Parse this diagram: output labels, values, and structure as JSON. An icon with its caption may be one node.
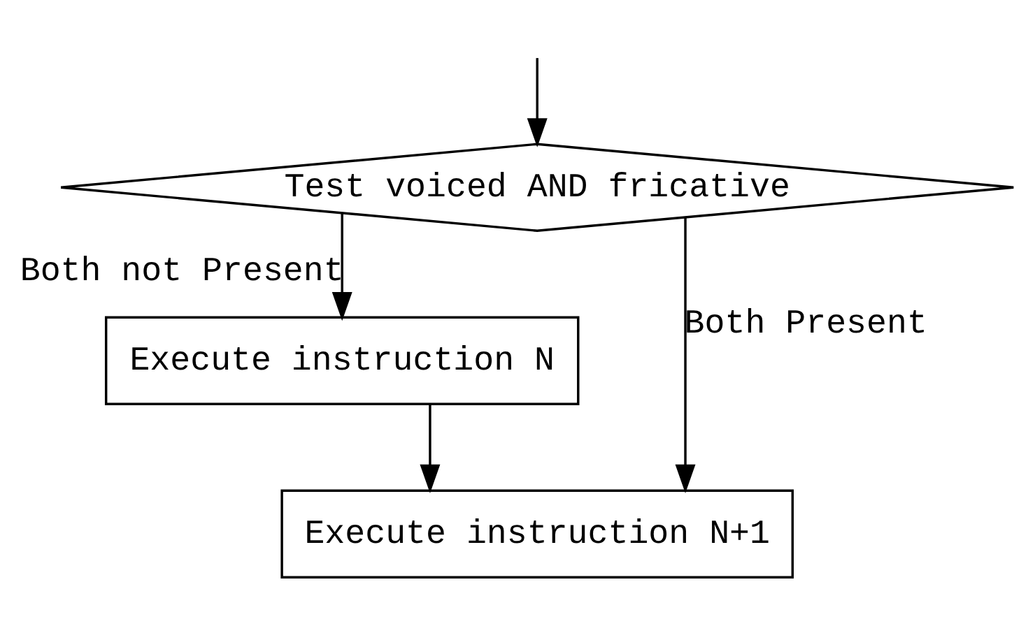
{
  "diagram": {
    "nodes": [
      {
        "text": [
          "Test voiced AND fricative"
        ]
      },
      {
        "text": [
          "Execute instruction N"
        ]
      },
      {
        "text": [
          "Execute instruction N+1"
        ]
      }
    ],
    "edges": [
      {
        "from": null,
        "to": 0,
        "arrow": "to"
      },
      {
        "from": 0,
        "to": 2,
        "arrow": "to",
        "label": "Both Present"
      },
      {
        "from": 0,
        "to": 1,
        "arrow": "to",
        "label": "Both not Present"
      },
      {
        "from": 1,
        "to": 2,
        "arrow": "to"
      }
    ]
  }
}
